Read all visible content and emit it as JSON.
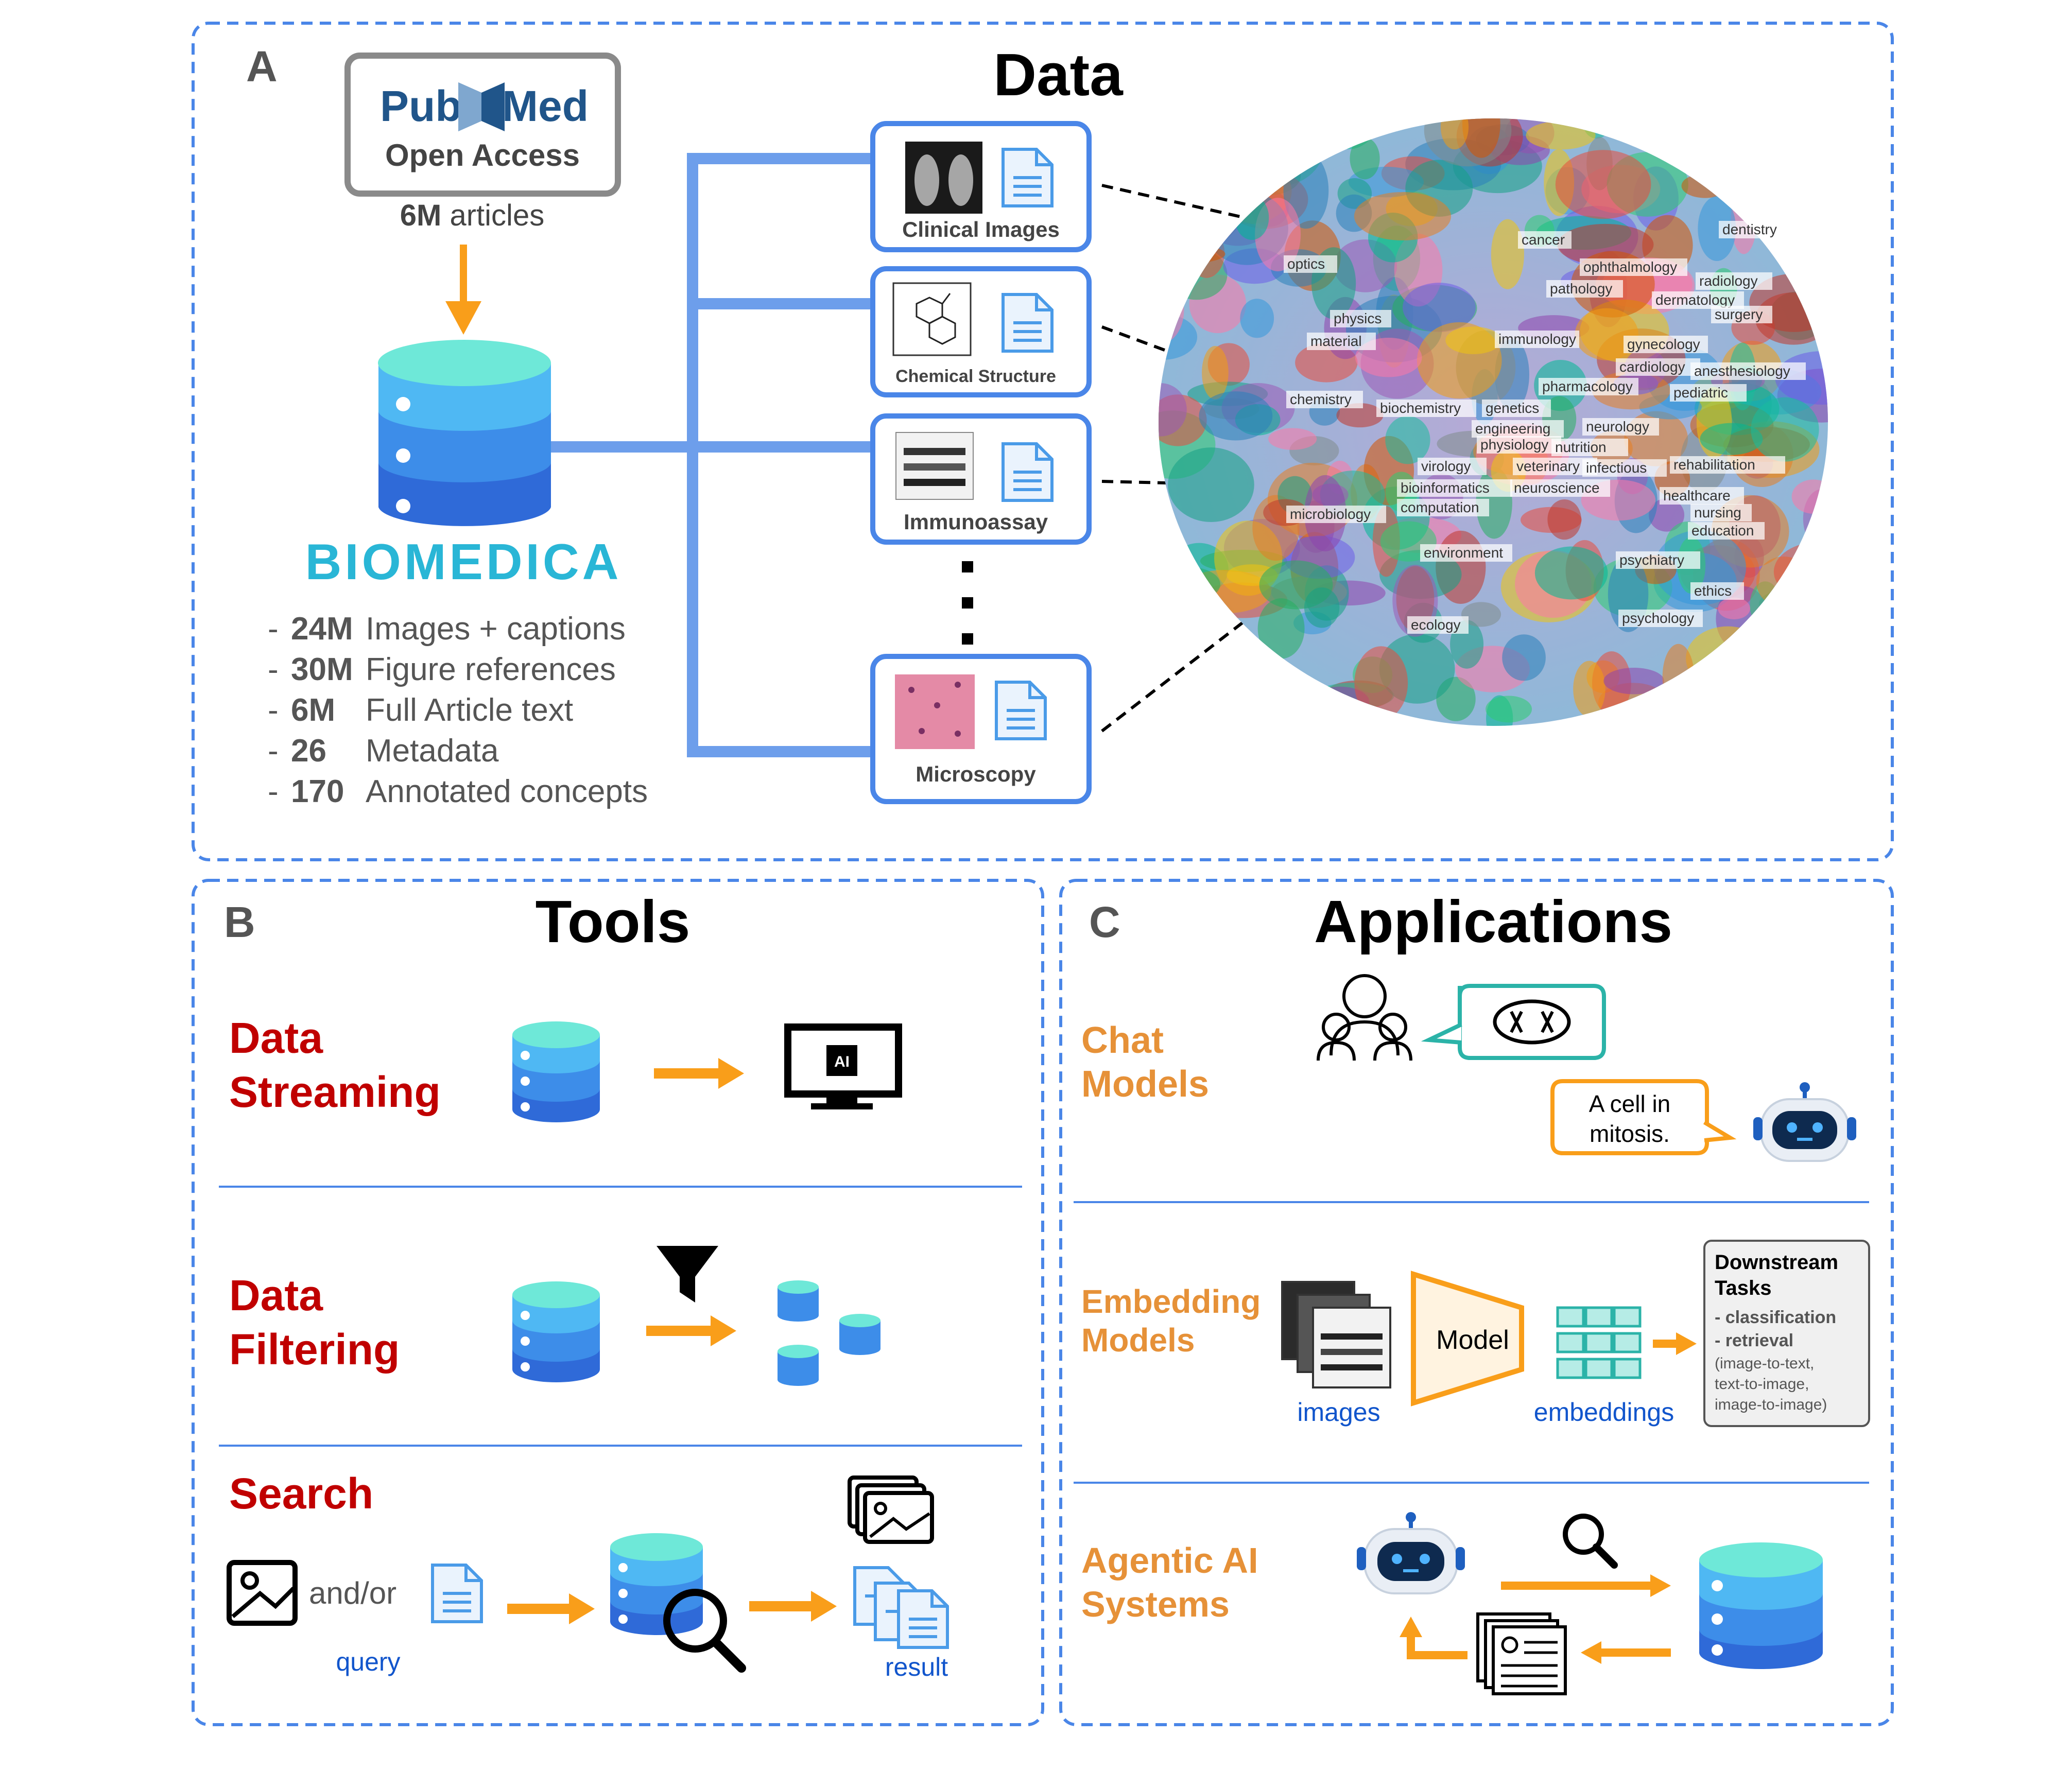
{
  "colors": {
    "panel_border": "#4a86e8",
    "arrow": "#f99e1a",
    "red_heading": "#c00000",
    "orange_heading": "#e69138",
    "blue_text": "#1155cc",
    "teal": "#2bb3a8",
    "connector": "#6d9eeb",
    "db_top": "#6ee8d8",
    "db_mid1": "#4fb8f3",
    "db_mid2": "#3d8de9",
    "db_bottom": "#2f6ad8"
  },
  "panel_a": {
    "letter": "A",
    "title": "Data",
    "pubmed": {
      "logo_pub": "Pub",
      "logo_med": "Med",
      "subtitle": "Open Access",
      "count": "6M",
      "count_label": "articles"
    },
    "brand": "BIOMEDICA",
    "stats": [
      {
        "dash": "-",
        "num": "24M",
        "label": "Images + captions"
      },
      {
        "dash": "-",
        "num": "30M",
        "label": "Figure references"
      },
      {
        "dash": "-",
        "num": "6M",
        "label": "Full Article text"
      },
      {
        "dash": "-",
        "num": "26",
        "label": "Metadata"
      },
      {
        "dash": "-",
        "num": "170",
        "label": "Annotated concepts"
      }
    ],
    "modalities": [
      {
        "label": "Clinical Images",
        "icon": "xray-thumbnail"
      },
      {
        "label": "Chemical Structure",
        "icon": "chemical-structure-thumbnail"
      },
      {
        "label": "Immunoassay",
        "icon": "western-blot-thumbnail"
      },
      {
        "label": "Microscopy",
        "icon": "histology-thumbnail"
      }
    ],
    "concepts": [
      "cancer",
      "dentistry",
      "optics",
      "ophthalmology",
      "radiology",
      "pathology",
      "dermatology",
      "surgery",
      "physics",
      "material",
      "immunology",
      "gynecology",
      "cardiology",
      "anesthesiology",
      "pharmacology",
      "pediatric",
      "chemistry",
      "biochemistry",
      "genetics",
      "engineering",
      "neurology",
      "physiology",
      "nutrition",
      "virology",
      "veterinary",
      "infectious",
      "rehabilitation",
      "bioinformatics",
      "neuroscience",
      "healthcare",
      "computation",
      "nursing",
      "microbiology",
      "education",
      "environment",
      "psychiatry",
      "ethics",
      "ecology",
      "psychology"
    ]
  },
  "panel_b": {
    "letter": "B",
    "title": "Tools",
    "rows": [
      {
        "heading_line1": "Data",
        "heading_line2": "Streaming"
      },
      {
        "heading_line1": "Data",
        "heading_line2": "Filtering"
      },
      {
        "heading_line1": "Search",
        "heading_line2": ""
      }
    ],
    "andor": "and/or",
    "query_label": "query",
    "result_label": "result",
    "chip_label": "AI"
  },
  "panel_c": {
    "letter": "C",
    "title": "Applications",
    "chat": {
      "heading_line1": "Chat",
      "heading_line2": "Models",
      "bot_reply_line1": "A cell in",
      "bot_reply_line2": "mitosis."
    },
    "embedding": {
      "heading_line1": "Embedding",
      "heading_line2": "Models",
      "model_label": "Model",
      "images_label": "images",
      "embeddings_label": "embeddings",
      "tasks_title_line1": "Downstream",
      "tasks_title_line2": "Tasks",
      "task1": "- classification",
      "task2": "- retrieval",
      "task2_detail1": "(image-to-text,",
      "task2_detail2": "text-to-image,",
      "task2_detail3": "image-to-image)"
    },
    "agentic": {
      "heading_line1": "Agentic AI",
      "heading_line2": "Systems"
    }
  }
}
